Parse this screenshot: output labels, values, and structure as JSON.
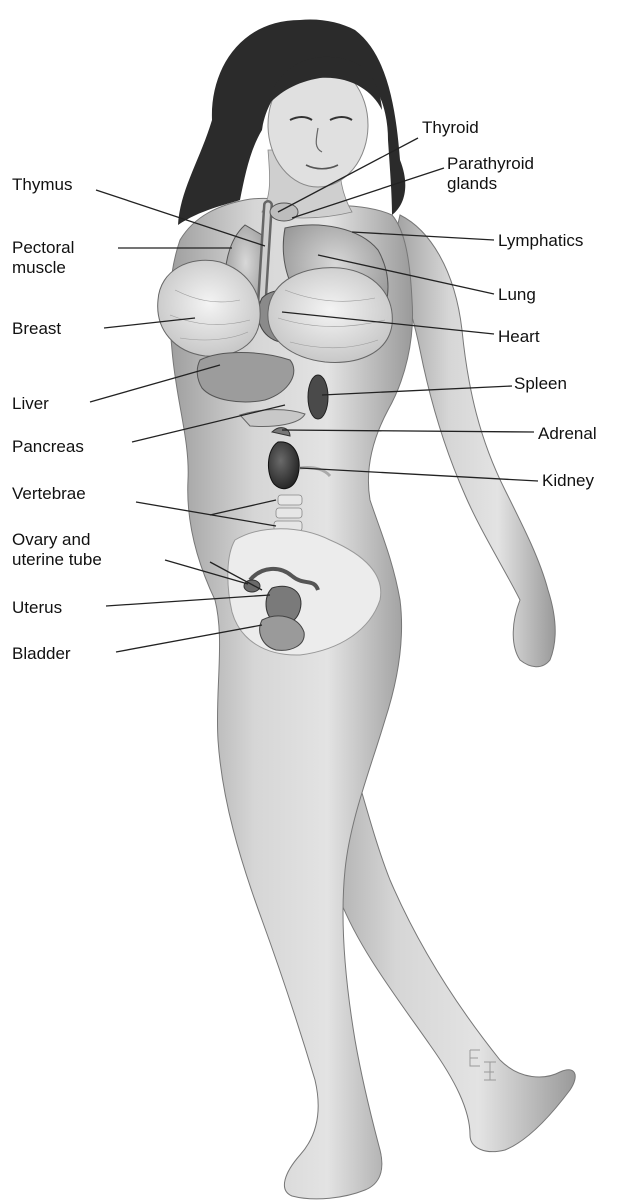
{
  "labels_left": {
    "thymus": "Thymus",
    "pectoral_muscle_1": "Pectoral",
    "pectoral_muscle_2": "muscle",
    "breast": "Breast",
    "liver": "Liver",
    "pancreas": "Pancreas",
    "vertebrae": "Vertebrae",
    "ovary_1": "Ovary and",
    "ovary_2": "uterine tube",
    "uterus": "Uterus",
    "bladder": "Bladder"
  },
  "labels_right": {
    "thyroid": "Thyroid",
    "parathyroid_1": "Parathyroid",
    "parathyroid_2": "glands",
    "lymphatics": "Lymphatics",
    "lung": "Lung",
    "heart": "Heart",
    "spleen": "Spleen",
    "adrenal": "Adrenal",
    "kidney": "Kidney"
  },
  "colors": {
    "skin": "#d9d9d9",
    "skin_shadow": "#a8a8a8",
    "hair": "#2b2b2b",
    "organ_light": "#eeeeee",
    "organ_dark": "#5a5a5a",
    "leader_line": "#222222"
  }
}
